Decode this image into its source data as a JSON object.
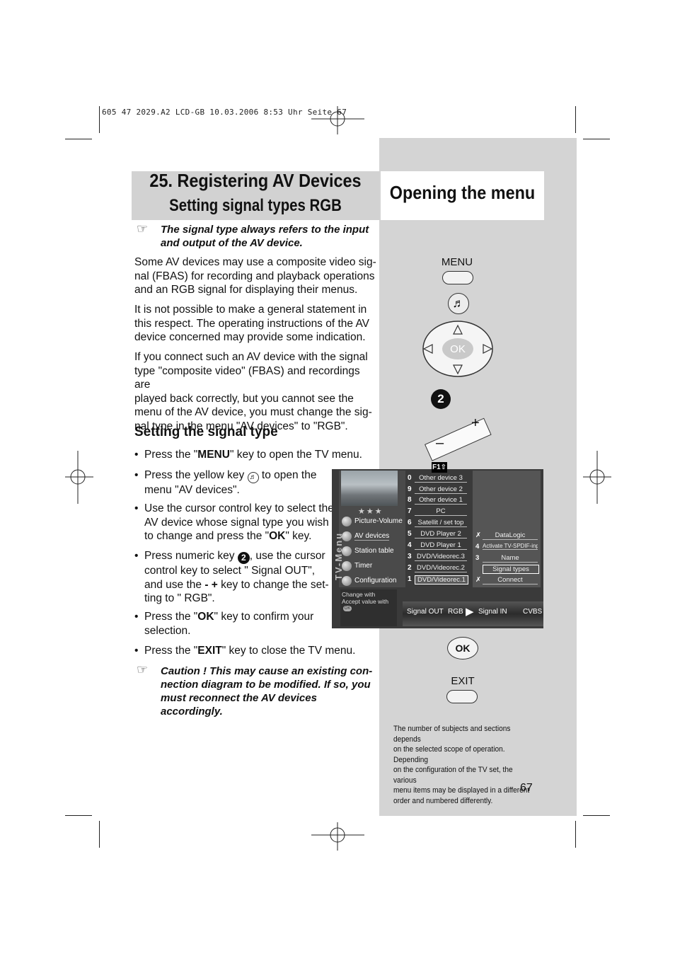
{
  "print_header": "605 47 2029.A2 LCD-GB 10.03.2006 8:53 Uhr Seite 67",
  "title": {
    "line1": "25. Registering AV Devices",
    "line2": "Setting signal types RGB"
  },
  "side_title": "Opening the menu",
  "note_top": {
    "line1": "The signal type always refers to the input",
    "line2": "and output of the AV device."
  },
  "paragraphs": [
    [
      "Some AV devices may use a composite video sig-",
      "nal (FBAS) for recording and playback operations",
      "and an RGB signal for displaying their menus."
    ],
    [
      "It is not possible to make a general statement in",
      "this respect. The operating instructions of the AV",
      "device concerned may provide some indication."
    ],
    [
      "If you connect such an AV device with the signal",
      "type \"composite video\" (FBAS) and recordings are",
      "played back correctly, but you cannot see the",
      "menu of the AV device, you must change the sig-",
      "nal type in the menu \"AV devices\" to \"RGB\"."
    ]
  ],
  "subheading": "Setting the signal type",
  "bullets": {
    "b1": {
      "pre": "Press the \"",
      "key": "MENU",
      "post": "\" key to open the TV menu."
    },
    "b2": {
      "l1a": "Press the yellow key ",
      "l1b": " to open the",
      "l2": "menu \"AV devices\"."
    },
    "b3": {
      "l1": "Use the cursor control key to select the",
      "l2": "AV device whose signal type you wish",
      "l3a": "to change and press the \"",
      "key": "OK",
      "l3b": "\" key."
    },
    "b4": {
      "l1a": "Press numeric key ",
      "num": "2",
      "l1b": ", use the cursor",
      "l2": "control key to select \" Signal OUT\",",
      "l3a": "and use the ",
      "key": "- +",
      "l3b": " key to change the set-",
      "l4": "ting to \" RGB\"."
    },
    "b5": {
      "l1a": "Press the \"",
      "key": "OK",
      "l1b": "\" key to confirm your",
      "l2": "selection."
    },
    "b6": {
      "pre": "Press the \"",
      "key": "EXIT",
      "post": "\" key to close the TV menu."
    }
  },
  "caution": {
    "line1": "Caution !  This may cause an existing con-",
    "line2": "nection diagram to be modified. If so, you",
    "line3": "must reconnect the AV devices accordingly."
  },
  "remote": {
    "menu_label": "MENU",
    "ok_label": "OK",
    "number_key": "2",
    "plus": "+",
    "minus": "–",
    "ok_button": "OK",
    "exit_label": "EXIT"
  },
  "tv_menu": {
    "f1_label": "F1",
    "vertical_title": "TV-Menu",
    "stars": "★★★",
    "main_items": [
      "Picture-Volume",
      "AV devices",
      "Station table",
      "Timer",
      "Configuration"
    ],
    "devices": [
      {
        "num": "0",
        "name": "Other device 3"
      },
      {
        "num": "9",
        "name": "Other device 2"
      },
      {
        "num": "8",
        "name": "Other device 1"
      },
      {
        "num": "7",
        "name": "PC"
      },
      {
        "num": "6",
        "name": "Satellit / set top"
      },
      {
        "num": "5",
        "name": "DVD Player 2"
      },
      {
        "num": "4",
        "name": "DVD Player 1"
      },
      {
        "num": "3",
        "name": "DVD/Videorec.3"
      },
      {
        "num": "2",
        "name": "DVD/Videorec.2"
      },
      {
        "num": "1",
        "name": "DVD/Videorec.1"
      }
    ],
    "submenu": [
      {
        "mark": "✗",
        "name": "DataLogic"
      },
      {
        "mark": "4",
        "name": "Activate TV-SPDIF-inp"
      },
      {
        "mark": "3",
        "name": "Name"
      },
      {
        "mark": "",
        "name": "Signal types"
      },
      {
        "mark": "✗",
        "name": "Connect"
      }
    ],
    "help_line1": "Change with",
    "help_line2": "Accept value with",
    "help_ok": "OK",
    "signal_out_label": "Signal OUT",
    "signal_out_value": "RGB",
    "signal_in_label": "Signal IN",
    "signal_in_value": "CVBS"
  },
  "footnote": [
    "The number of subjects and sections depends",
    "on the selected scope of operation. Depending",
    "on the configuration of the TV set, the various",
    "menu items may be displayed in a different",
    "order and numbered differently."
  ],
  "page_number": "67"
}
